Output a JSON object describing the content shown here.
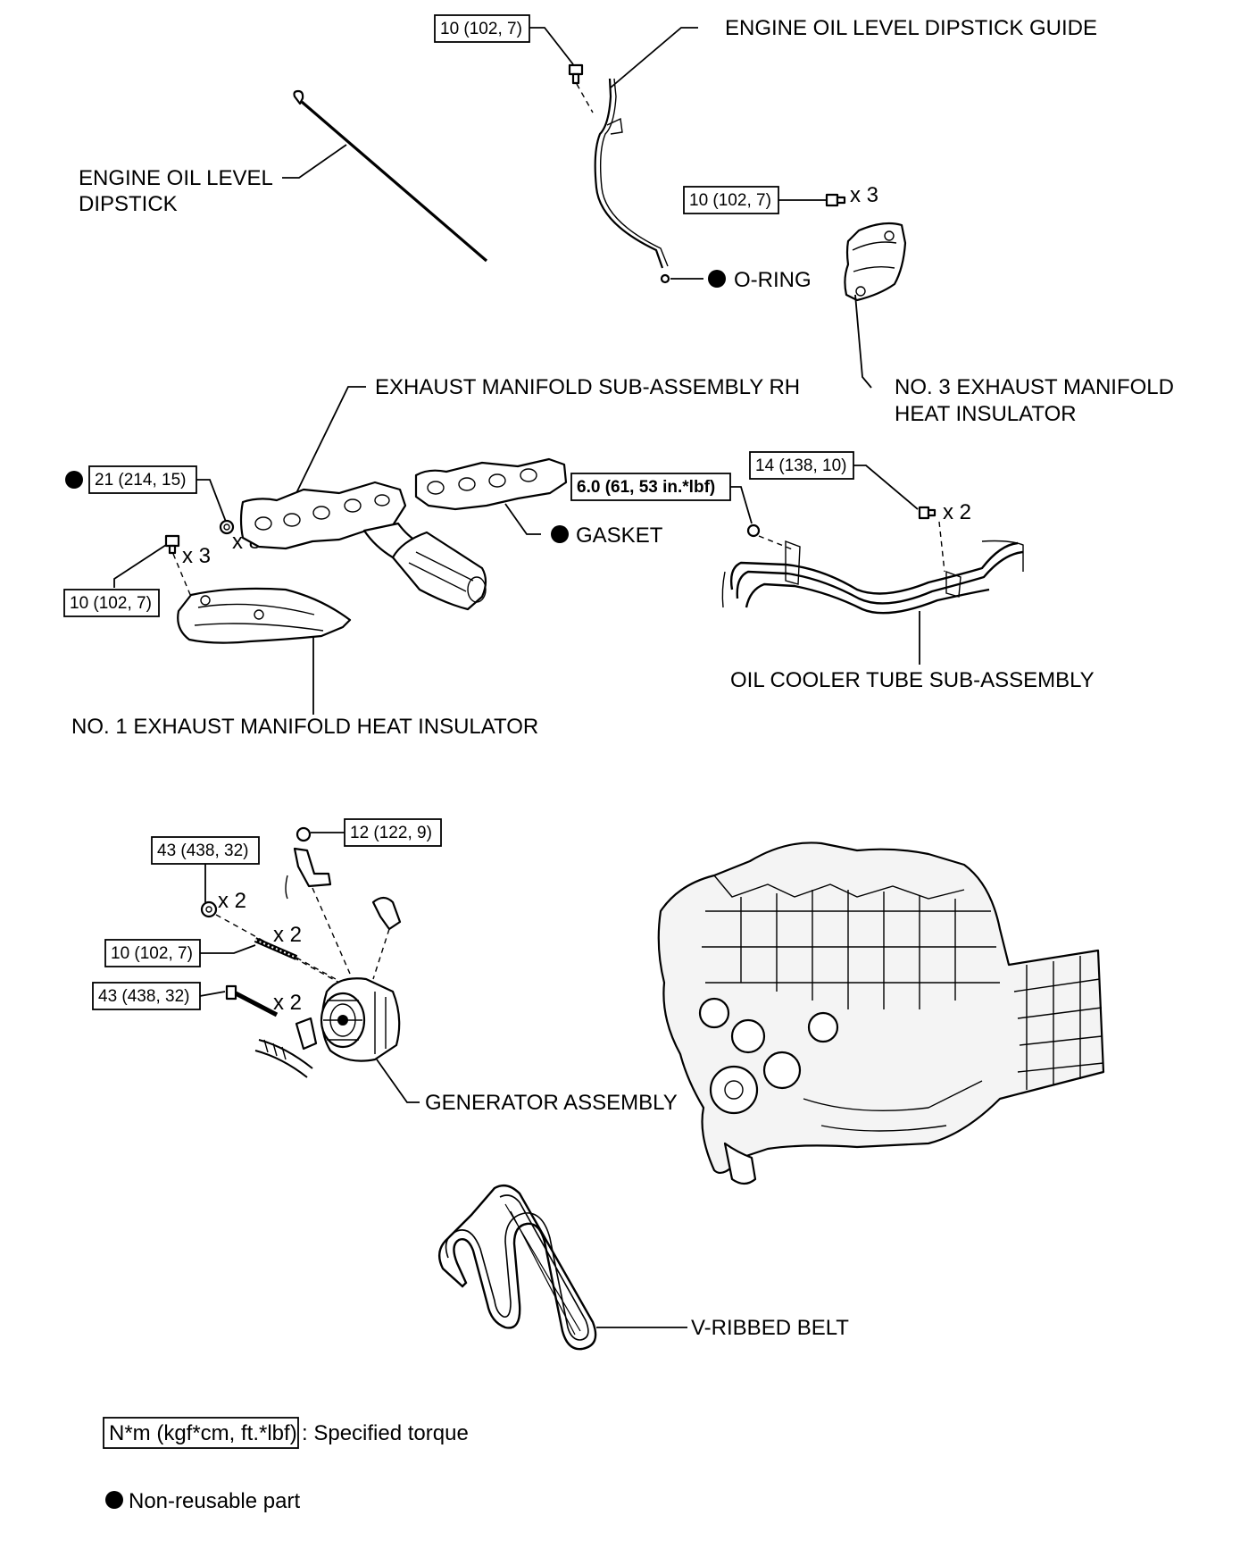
{
  "labels": {
    "dipstick_guide": "ENGINE OIL LEVEL DIPSTICK GUIDE",
    "dipstick_line1": "ENGINE OIL LEVEL",
    "dipstick_line2": "DIPSTICK",
    "o_ring": "O-RING",
    "no3_line1": "NO. 3 EXHAUST MANIFOLD",
    "no3_line2": "HEAT INSULATOR",
    "exhaust_manifold": "EXHAUST MANIFOLD SUB-ASSEMBLY RH",
    "gasket": "GASKET",
    "oil_cooler_tube": "OIL COOLER TUBE SUB-ASSEMBLY",
    "no1_insulator": "NO. 1 EXHAUST MANIFOLD HEAT INSULATOR",
    "generator": "GENERATOR ASSEMBLY",
    "v_belt": "V-RIBBED BELT"
  },
  "torques": {
    "guide_bolt": "10 (102, 7)",
    "no3_bolt": "10 (102, 7)",
    "manifold_nut": "21 (214, 15)",
    "no1_bolt": "10 (102, 7)",
    "cooler_nut": "6.0 (61, 53 in.*lbf)",
    "cooler_bolt": "14 (138, 10)",
    "gen_nut": "43 (438, 32)",
    "gen_stud": "10 (102, 7)",
    "gen_bolt": "43 (438, 32)",
    "gen_top": "12 (122, 9)"
  },
  "counts": {
    "no3": "x 3",
    "manifold": "x 8",
    "no1": "x 3",
    "cooler": "x 2",
    "gen_nut": "x 2",
    "gen_stud": "x 2",
    "gen_bolt": "x 2"
  },
  "legend": {
    "torque_box": "N*m (kgf*cm, ft.*lbf)",
    "torque_text": ": Specified torque",
    "nonreusable_text": "Non-reusable part"
  }
}
